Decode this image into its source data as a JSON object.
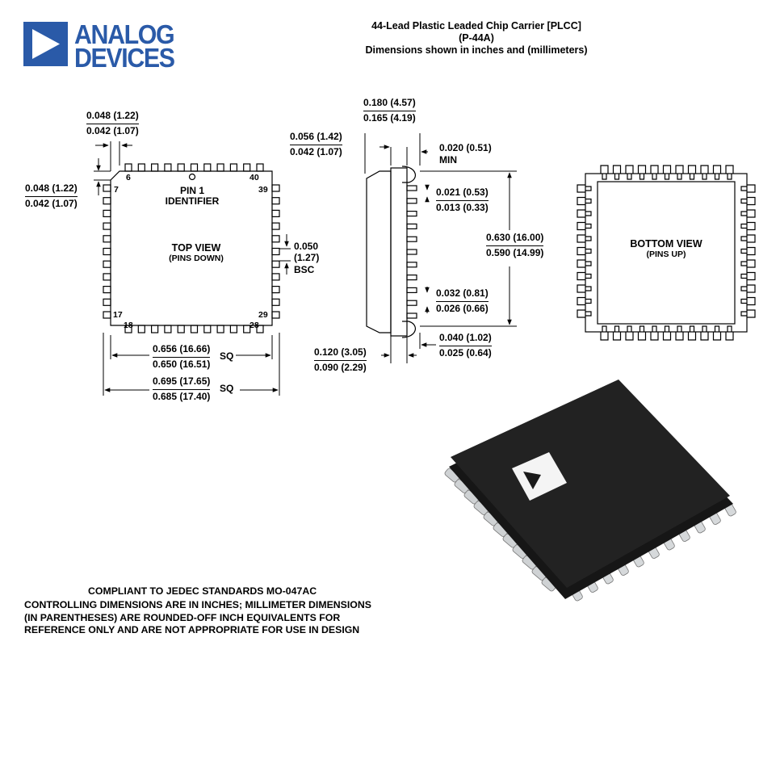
{
  "logo": {
    "line1": "ANALOG",
    "line2": "DEVICES",
    "brand_color": "#2a5aa8"
  },
  "header": {
    "line1": "44-Lead Plastic Leaded Chip Carrier [PLCC]",
    "line2": "(P-44A)",
    "line3": "Dimensions shown in inches and (millimeters)"
  },
  "top_view": {
    "title": "TOP VIEW",
    "subtitle": "(PINS DOWN)",
    "pin1_label": "PIN 1",
    "pin1_sub": "IDENTIFIER",
    "pin_numbers": {
      "p6": "6",
      "p40": "40",
      "p7": "7",
      "p39": "39",
      "p17": "17",
      "p29": "29",
      "p18": "18",
      "p28": "28"
    },
    "dim_corner_horiz": {
      "max": "0.048 (1.22)",
      "min": "0.042 (1.07)"
    },
    "dim_corner_vert": {
      "max": "0.048 (1.22)",
      "min": "0.042 (1.07)"
    },
    "dim_pitch": {
      "a": "0.050",
      "b": "(1.27)",
      "c": "BSC"
    },
    "dim_body": {
      "max": "0.656 (16.66)",
      "min": "0.650 (16.51)",
      "suffix": "SQ"
    },
    "dim_overall": {
      "max": "0.695 (17.65)",
      "min": "0.685 (17.40)",
      "suffix": "SQ"
    }
  },
  "side_view": {
    "dim_height": {
      "max": "0.180 (4.57)",
      "min": "0.165 (4.19)"
    },
    "dim_body_height": {
      "max": "0.056 (1.42)",
      "min": "0.042 (1.07)"
    },
    "dim_standoff": {
      "value": "0.020 (0.51)",
      "suffix": "MIN"
    },
    "dim_lead_width": {
      "max": "0.021 (0.53)",
      "min": "0.013 (0.33)"
    },
    "dim_foot_span": {
      "max": "0.630 (16.00)",
      "min": "0.590 (14.99)"
    },
    "dim_shoulder": {
      "max": "0.032 (0.81)",
      "min": "0.026 (0.66)"
    },
    "dim_lead_radius": {
      "max": "0.040 (1.02)",
      "min": "0.025 (0.64)"
    },
    "dim_seating": {
      "max": "0.120 (3.05)",
      "min": "0.090 (2.29)"
    }
  },
  "bottom_view": {
    "title": "BOTTOM VIEW",
    "subtitle": "(PINS UP)"
  },
  "notes": {
    "line1": "COMPLIANT TO JEDEC STANDARDS MO-047AC",
    "line2": "CONTROLLING DIMENSIONS ARE IN INCHES; MILLIMETER DIMENSIONS",
    "line3": "(IN PARENTHESES) ARE ROUNDED-OFF INCH EQUIVALENTS FOR",
    "line4": "REFERENCE ONLY AND ARE NOT APPROPRIATE FOR USE IN DESIGN"
  }
}
